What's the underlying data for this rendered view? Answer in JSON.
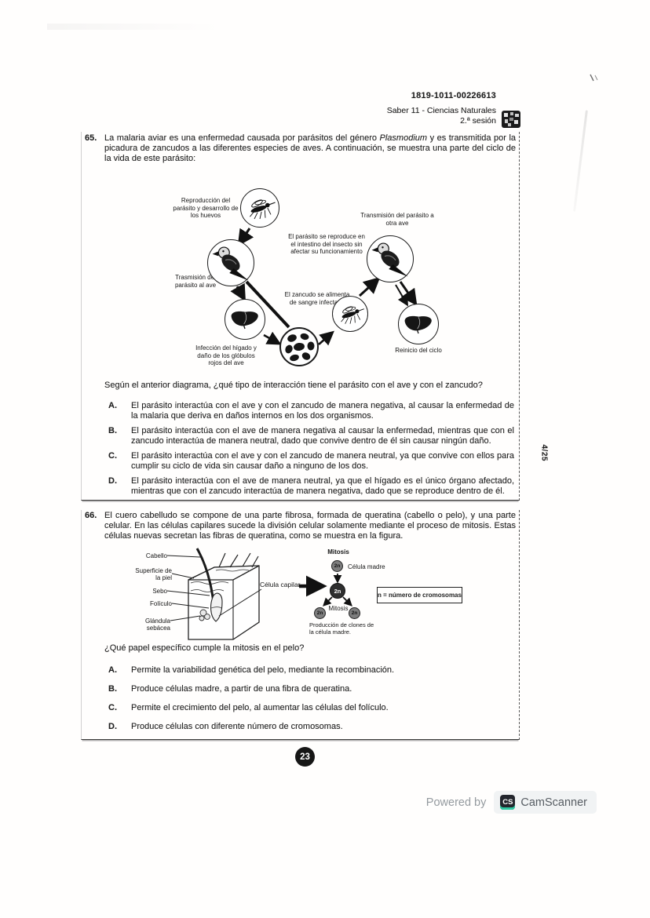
{
  "header": {
    "code": "1819-1011-00226613",
    "exam": "Saber 11 - Ciencias Naturales",
    "session": "2.ª sesión"
  },
  "q65": {
    "number": "65.",
    "intro_pre": "La malaria aviar es una enfermedad causada por parásitos del género ",
    "intro_italic": "Plasmodium",
    "intro_post": " y es transmitida por la picadura de zancudos a las diferentes especies de aves. A continuación, se muestra una parte del ciclo de la vida de este parásito:",
    "diagram": {
      "label_reproduccion": "Reproducción del parásito y desarrollo de los huevos",
      "label_transmision_otra_ave": "Transmisión del parásito a otra ave",
      "label_reproduce_intestino": "El parásito se reproduce en el intestino del insecto sin afectar su funcionamiento",
      "label_trasmision_al_ave": "Trasmisión del parásito al ave",
      "label_zancudo_alimenta": "El zancudo se alimenta de sangre infectada",
      "label_infeccion_higado": "Infección del hígado y daño de los glóbulos rojos del ave",
      "label_reinicio": "Reinicio del ciclo"
    },
    "question": "Según el anterior diagrama, ¿qué tipo de interacción tiene el parásito con el ave y con el zancudo?",
    "options": [
      {
        "letter": "A.",
        "text": "El parásito interactúa con el ave y con el zancudo de manera negativa, al causar la enfermedad de la malaria que deriva en daños internos en los dos organismos."
      },
      {
        "letter": "B.",
        "text": "El parásito interactúa con el ave de manera negativa al causar la enfermedad, mientras que con el zancudo interactúa de manera neutral, dado que convive dentro de él sin causar ningún daño."
      },
      {
        "letter": "C.",
        "text": "El parásito interactúa con el ave y con el zancudo de manera neutral, ya que convive con ellos para cumplir su ciclo de vida sin causar daño a ninguno de los dos."
      },
      {
        "letter": "D.",
        "text": "El parásito interactúa con el ave de manera neutral, ya que el hígado es el único órgano afectado, mientras que con el zancudo interactúa de manera negativa, dado que se reproduce dentro de él."
      }
    ]
  },
  "q66": {
    "number": "66.",
    "intro": "El cuero cabelludo se compone de una parte fibrosa, formada de queratina (cabello o pelo), y una parte celular. En las células capilares sucede la división celular solamente mediante el proceso de mitosis. Estas células nuevas secretan las fibras de queratina, como se muestra en la figura.",
    "figure": {
      "cabello": "Cabello",
      "superficie": "Superficie de la piel",
      "sebo": "Sebo",
      "foliculo": "Folículo",
      "glandula": "Glándula sebácea",
      "celula_capilar": "Célula capilar",
      "mitosis_top": "Mitosis",
      "celula_madre": "Célula madre",
      "n2": "2n",
      "mitosis_bottom": "Mitosis",
      "produccion": "Producción de clones de la célula madre.",
      "legend": "n = número de cromosomas"
    },
    "question": "¿Qué papel específico cumple la mitosis en el pelo?",
    "options": [
      {
        "letter": "A.",
        "text": "Permite la variabilidad genética del pelo, mediante la recombinación."
      },
      {
        "letter": "B.",
        "text": "Produce células madre, a partir de una fibra de queratina."
      },
      {
        "letter": "C.",
        "text": "Permite el crecimiento del pelo, al aumentar las células del folículo."
      },
      {
        "letter": "D.",
        "text": "Produce células con diferente número de cromosomas."
      }
    ]
  },
  "footer": {
    "page_number": "23",
    "side_page": "4/25",
    "powered_by": "Powered by",
    "cs": "CS",
    "camscanner": "CamScanner"
  }
}
